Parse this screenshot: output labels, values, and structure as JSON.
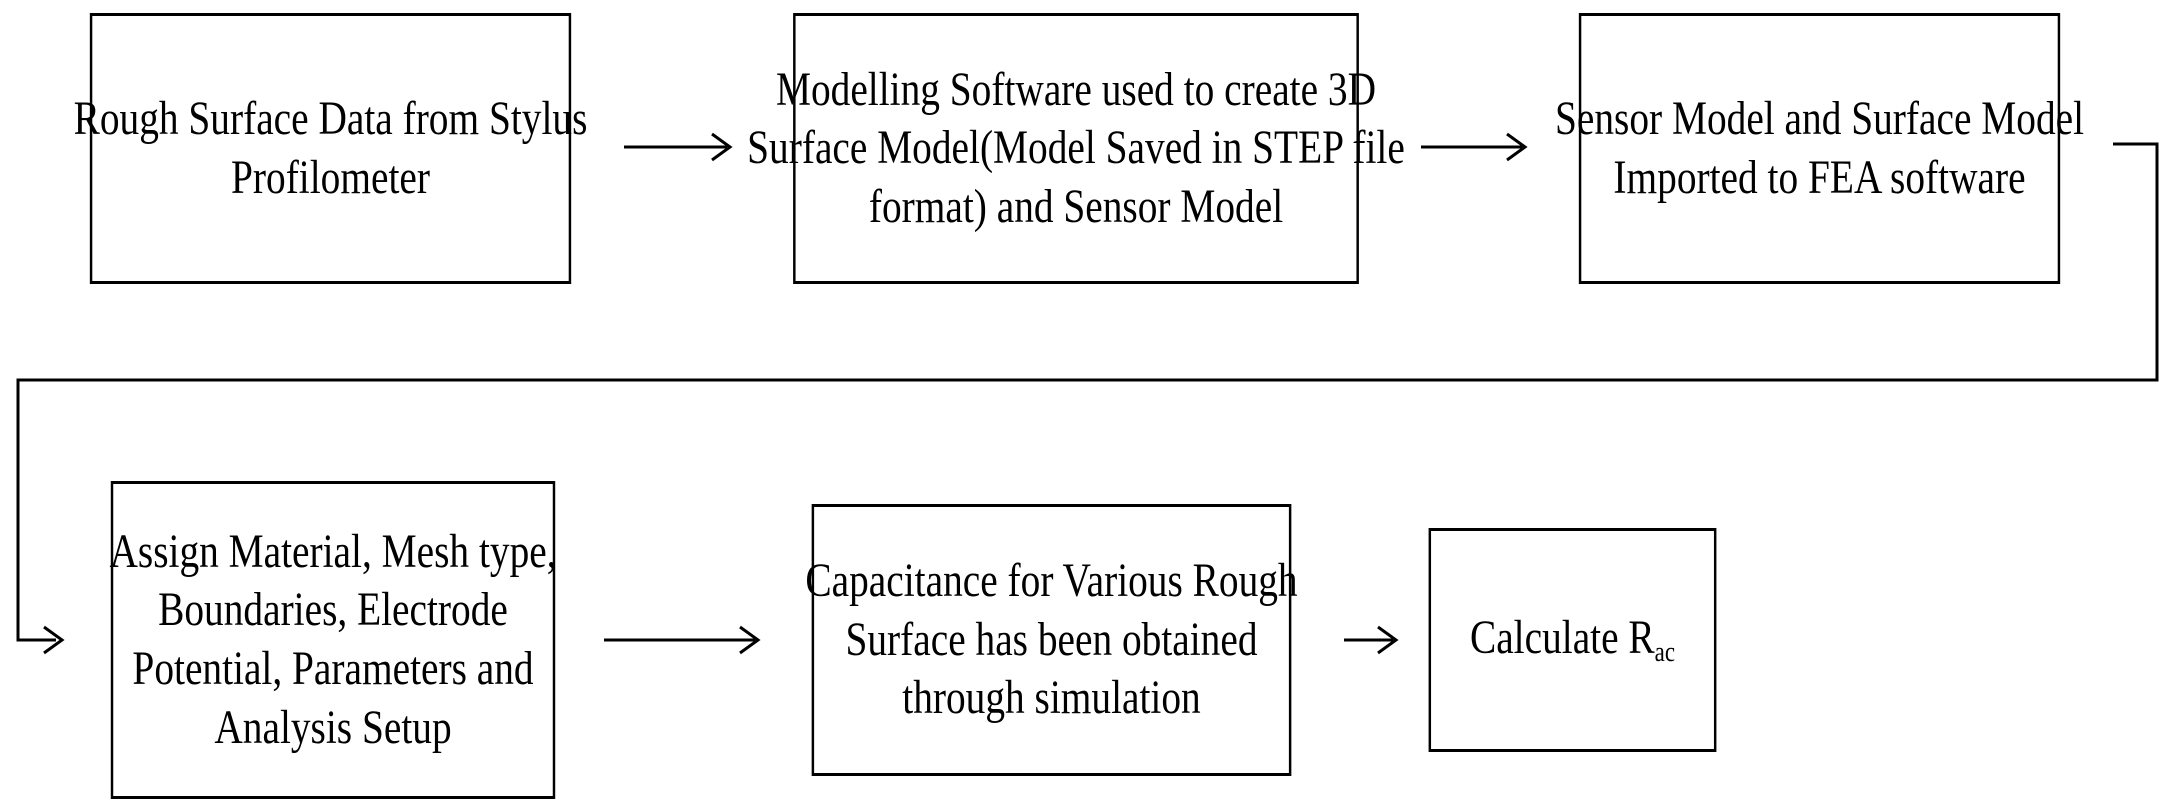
{
  "steps": [
    {
      "lines": [
        "Rough Surface Data from Stylus",
        "Profilometer"
      ]
    },
    {
      "lines": [
        "Modelling Software used to create 3D",
        "Surface Model(Model Saved in STEP file",
        "format) and Sensor Model"
      ]
    },
    {
      "lines": [
        "Sensor Model and Surface Model",
        "Imported to FEA software"
      ]
    },
    {
      "lines": [
        "Assign Material, Mesh type,",
        "Boundaries, Electrode",
        "Potential, Parameters and",
        "Analysis Setup"
      ]
    },
    {
      "lines": [
        "Capacitance for Various Rough",
        "Surface has been  obtained",
        "through simulation"
      ]
    },
    {
      "label": "Calculate R",
      "subscript": "ac"
    }
  ]
}
